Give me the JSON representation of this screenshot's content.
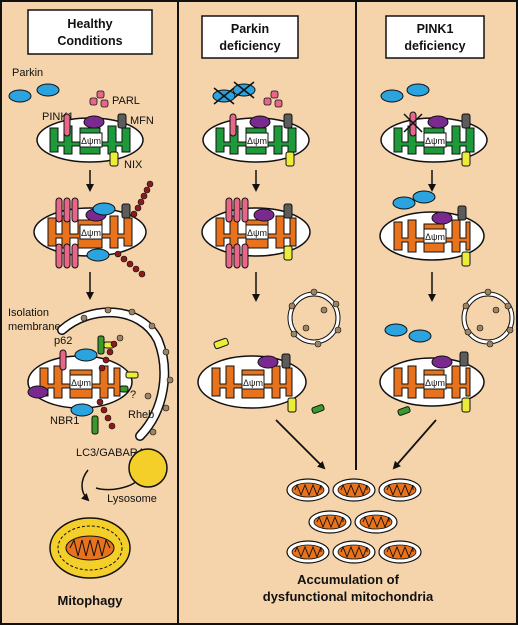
{
  "panels": {
    "healthy": {
      "title_line1": "Healthy",
      "title_line2": "Conditions"
    },
    "parkin": {
      "title_line1": "Parkin",
      "title_line2": "deficiency"
    },
    "pink1": {
      "title_line1": "PINK1",
      "title_line2": "deficiency"
    }
  },
  "labels": {
    "parkin": "Parkin",
    "pink1": "PINK1",
    "parl": "PARL",
    "mfn": "MFN",
    "nix": "NIX",
    "delta_psi_m": "Δψm",
    "isolation_membrane_1": "Isolation",
    "isolation_membrane_2": "membrane",
    "p62": "p62",
    "rheb": "Rheb",
    "question": "?",
    "nbr1": "NBR1",
    "lc3": "LC3/GABARAP",
    "lysosome": "Lysosome",
    "mitophagy": "Mitophagy",
    "accumulation_1": "Accumulation of",
    "accumulation_2": "dysfunctional mitochondria"
  },
  "colors": {
    "background": "#f5d4ab",
    "healthy_mito": "#1f9a3a",
    "damaged_mito": "#e8731c",
    "parkin": "#2aa3de",
    "pink1": "#e8668a",
    "purple": "#7a2a8f",
    "mfn": "#5c5c5c",
    "nix": "#ecec3a",
    "ubiquitin": "#8b1a1a",
    "p62": "#3a9a2a",
    "lysosome": "#f4cf2a",
    "lc3": "#9e8462",
    "isolation_membrane": "#ffffff"
  }
}
